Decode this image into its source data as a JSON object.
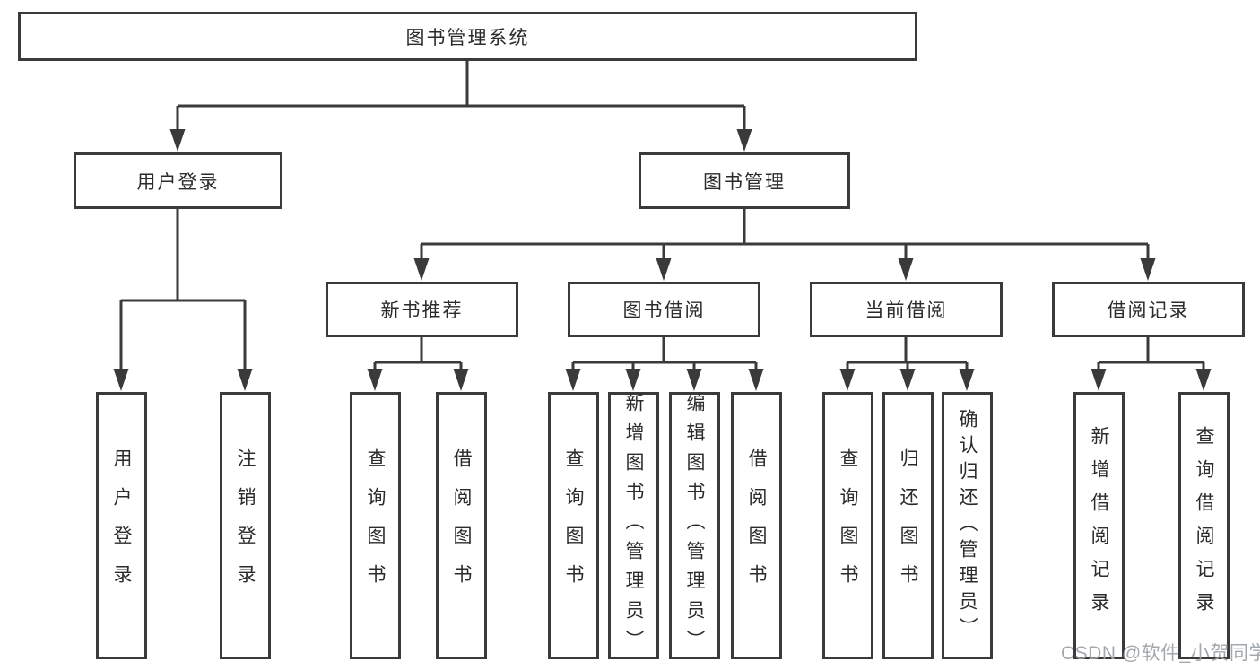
{
  "diagram": {
    "root": {
      "label": "图书管理系统"
    },
    "level2": [
      {
        "label": "用户登录"
      },
      {
        "label": "图书管理"
      }
    ],
    "level3": [
      {
        "label": "新书推荐",
        "parent": "图书管理"
      },
      {
        "label": "图书借阅",
        "parent": "图书管理"
      },
      {
        "label": "当前借阅",
        "parent": "图书管理"
      },
      {
        "label": "借阅记录",
        "parent": "图书管理"
      }
    ],
    "leaves": [
      {
        "label": "用户登录",
        "parent": "用户登录"
      },
      {
        "label": "注销登录",
        "parent": "用户登录"
      },
      {
        "label": "查询图书",
        "parent": "新书推荐"
      },
      {
        "label": "借阅图书",
        "parent": "新书推荐"
      },
      {
        "label": "查询图书",
        "parent": "图书借阅"
      },
      {
        "label": "新增图书（管理员）",
        "parent": "图书借阅"
      },
      {
        "label": "编辑图书（管理员）",
        "parent": "图书借阅"
      },
      {
        "label": "借阅图书",
        "parent": "图书借阅"
      },
      {
        "label": "查询图书",
        "parent": "当前借阅"
      },
      {
        "label": "归还图书",
        "parent": "当前借阅"
      },
      {
        "label": "确认归还（管理员）",
        "parent": "当前借阅"
      },
      {
        "label": "新增借阅记录",
        "parent": "借阅记录"
      },
      {
        "label": "查询借阅记录",
        "parent": "借阅记录"
      }
    ],
    "watermark": "CSDN @软件_小贺同学",
    "colors": {
      "line": "#3a3a3a",
      "box_border": "#3a3a3a",
      "box_background": "#ffffff",
      "text": "#2b2b2b",
      "watermark": "#9ea3a9"
    }
  }
}
